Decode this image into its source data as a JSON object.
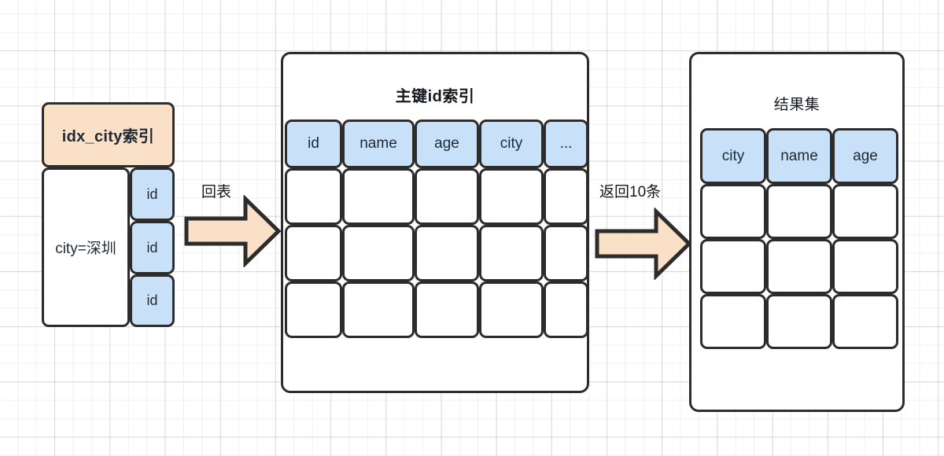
{
  "diagram": {
    "title_note": "MySQL covering-index / back-to-table query flow",
    "colors": {
      "blue_fill": "#c9e1f8",
      "orange_fill": "#fbe0c8",
      "stroke": "#2e2b2b",
      "text": "#1d2a35",
      "background": "#ffffff"
    }
  },
  "secondary_index": {
    "header_label": "idx_city索引",
    "condition_label": "city=深圳",
    "pointer_cells": [
      {
        "label": "id"
      },
      {
        "label": "id"
      },
      {
        "label": "id"
      }
    ]
  },
  "arrows": [
    {
      "label": "回表",
      "name": "back-to-table-arrow"
    },
    {
      "label": "返回10条",
      "name": "return-10-rows-arrow"
    }
  ],
  "primary_index": {
    "title": "主键id索引",
    "columns": [
      {
        "label": "id"
      },
      {
        "label": "name"
      },
      {
        "label": "age"
      },
      {
        "label": "city"
      },
      {
        "label": "..."
      }
    ],
    "data_rows": [
      [
        "",
        "",
        "",
        "",
        ""
      ],
      [
        "",
        "",
        "",
        "",
        ""
      ],
      [
        "",
        "",
        "",
        "",
        ""
      ]
    ]
  },
  "result_set": {
    "title": "结果集",
    "columns": [
      {
        "label": "city"
      },
      {
        "label": "name"
      },
      {
        "label": "age"
      }
    ],
    "data_rows": [
      [
        "",
        "",
        ""
      ],
      [
        "",
        "",
        ""
      ],
      [
        "",
        "",
        ""
      ]
    ]
  }
}
